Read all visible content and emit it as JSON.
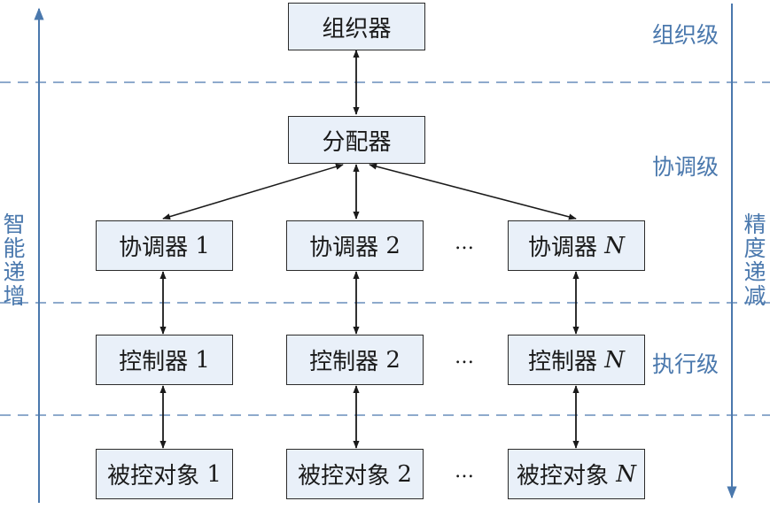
{
  "boxes": {
    "organizer": "组织器",
    "dispatcher": "分配器",
    "coordinators": [
      {
        "label": "协调器",
        "index": "1"
      },
      {
        "label": "协调器",
        "index": "2"
      },
      {
        "label": "协调器",
        "index": "N"
      }
    ],
    "controllers": [
      {
        "label": "控制器",
        "index": "1"
      },
      {
        "label": "控制器",
        "index": "2"
      },
      {
        "label": "控制器",
        "index": "N"
      }
    ],
    "plants": [
      {
        "label": "被控对象",
        "index": "1"
      },
      {
        "label": "被控对象",
        "index": "2"
      },
      {
        "label": "被控对象",
        "index": "N"
      }
    ],
    "ellipsis": "…"
  },
  "levels": {
    "organization": "组织级",
    "coordination": "协调级",
    "execution": "执行级"
  },
  "axes": {
    "left": "智能递增",
    "right": "精度递减"
  },
  "colors": {
    "box_fill": "#e9f0f9",
    "accent": "#4a78ad",
    "line": "#1a1a1a"
  }
}
